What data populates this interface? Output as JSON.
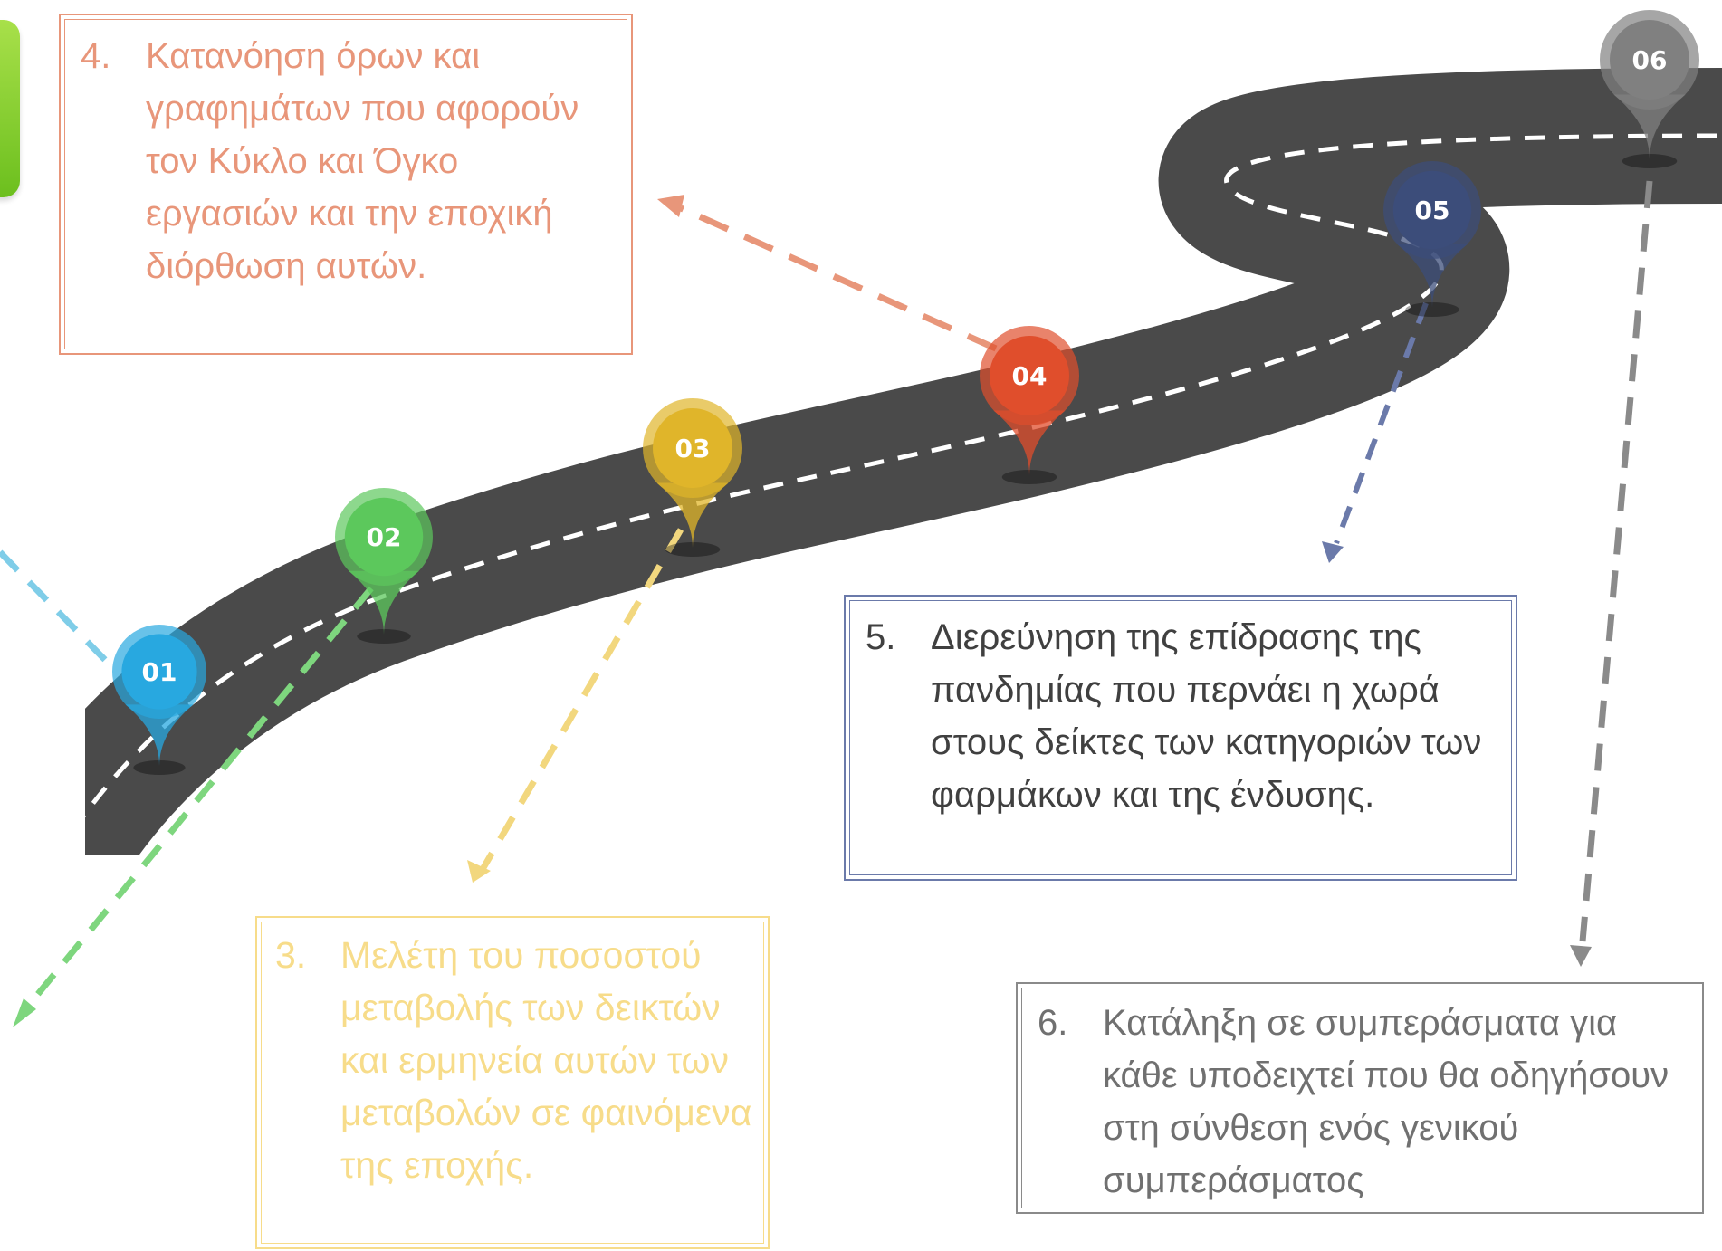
{
  "steps": [
    {
      "id": "01",
      "color": "#28a8e0"
    },
    {
      "id": "02",
      "color": "#5cc85c"
    },
    {
      "id": "03",
      "color": "#e0b52a"
    },
    {
      "id": "04",
      "color": "#e04e2c"
    },
    {
      "id": "05",
      "color": "#3c4d7a"
    },
    {
      "id": "06",
      "color": "#808080"
    }
  ],
  "items": {
    "item3": {
      "number": "3.",
      "text": "Μελέτη του ποσοστού μεταβολής των δεικτών και ερμηνεία αυτών των μεταβολών σε φαινόμενα της εποχής.",
      "color": "#f7dc8a"
    },
    "item4": {
      "number": "4.",
      "text": "Κατανόηση όρων και γραφημάτων που αφορούν τον Κύκλο και Όγκο εργασιών και την εποχική διόρθωση αυτών.",
      "color": "#e8967a"
    },
    "item5": {
      "number": "5.",
      "text": "Διερεύνηση της επίδρασης της πανδημίας που περνάει η χωρά στους δείκτες των κατηγοριών των φαρμάκων και της ένδυσης.",
      "color": "#404040"
    },
    "item6": {
      "number": "6.",
      "text": "Κατάληξη σε συμπεράσματα για κάθε υποδειχτεί που θα οδηγήσουν στη σύνθεση ενός γενικού συμπεράσματος",
      "color": "#707070"
    }
  },
  "colors": {
    "road": "#4a4a4a",
    "roadDash": "#ffffff",
    "box4": "#e8967a",
    "box3": "#f7dc8a",
    "box5": "#6b7aaa",
    "box6": "#8a8a8a",
    "arrow1": "#7fcde8",
    "arrow2": "#7ed67e",
    "arrow3": "#f2d77e",
    "arrow4": "#e8967a",
    "arrow5": "#6b7aaa",
    "arrow6": "#8a8a8a"
  }
}
